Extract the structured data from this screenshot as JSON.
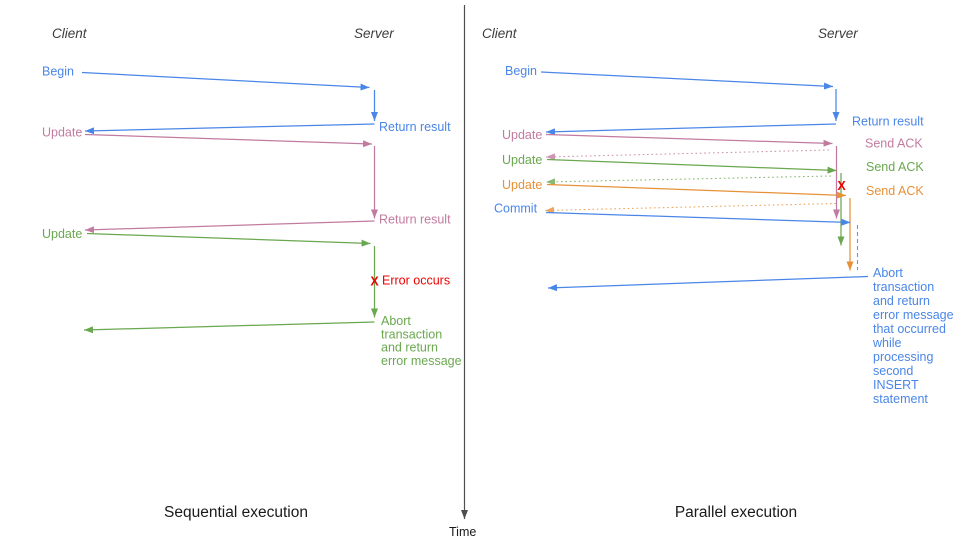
{
  "colors": {
    "blue": "#4a86e8",
    "pink": "#c27ba0",
    "green": "#6aa84f",
    "orange": "#e69138",
    "red": "#ee0000",
    "axis_gray": "#4f4f4f",
    "header_gray": "#3d3d3d"
  },
  "time_axis": {
    "label": "Time"
  },
  "left_panel": {
    "client_header": "Client",
    "server_header": "Server",
    "caption": "Sequential execution",
    "begin_label": "Begin",
    "begin_return_label": "Return result",
    "update1_label": "Update",
    "update1_return_label": "Return result",
    "update2_label": "Update",
    "error_mark": "X",
    "error_label": "Error occurs",
    "abort_lines": [
      "Abort",
      "transaction",
      "and return",
      "error message"
    ]
  },
  "right_panel": {
    "client_header": "Client",
    "server_header": "Server",
    "caption": "Parallel execution",
    "begin_label": "Begin",
    "begin_return_label": "Return result",
    "update1_label": "Update",
    "ack1_label": "Send ACK",
    "update2_label": "Update",
    "ack2_label": "Send ACK",
    "update3_label": "Update",
    "ack3_label": "Send ACK",
    "commit_label": "Commit",
    "error_mark": "X",
    "abort_lines": [
      "Abort",
      "transaction",
      "and return",
      "error message",
      "that occurred",
      "while",
      "processing",
      "second",
      "INSERT",
      "statement"
    ]
  }
}
